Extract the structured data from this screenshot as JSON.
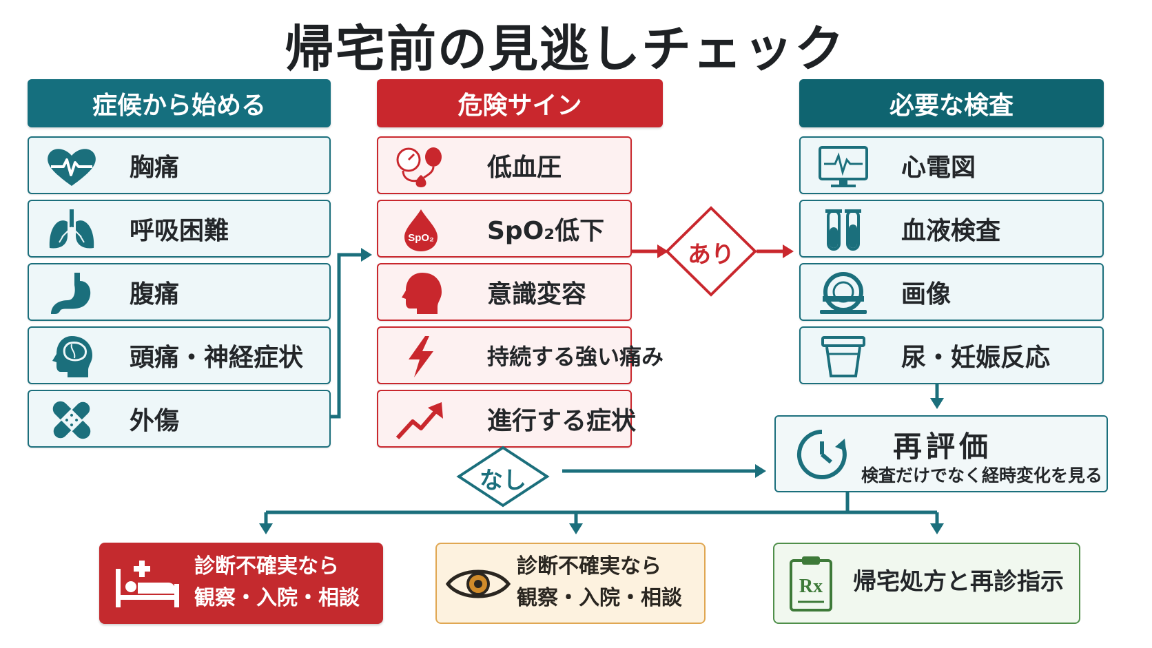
{
  "title": "帰宅前の見逃しチェック",
  "colors": {
    "teal": "#156f7e",
    "red": "#c9272d",
    "orange_border": "#e0a752",
    "green_border": "#4f8f4a"
  },
  "columns": {
    "symptoms": {
      "header": "症候から始める",
      "items": [
        {
          "label": "胸痛",
          "icon": "heart-pulse-icon"
        },
        {
          "label": "呼吸困難",
          "icon": "lungs-icon"
        },
        {
          "label": "腹痛",
          "icon": "stomach-icon"
        },
        {
          "label": "頭痛・神経症状",
          "icon": "head-brain-icon"
        },
        {
          "label": "外傷",
          "icon": "bandage-icon"
        }
      ]
    },
    "danger": {
      "header": "危険サイン",
      "items": [
        {
          "label": "低血圧",
          "icon": "blood-pressure-icon"
        },
        {
          "label": "SpO₂低下",
          "icon": "blood-drop-spo2-icon",
          "icon_text": "SpO₂"
        },
        {
          "label": "意識変容",
          "icon": "head-silhouette-icon"
        },
        {
          "label": "持続する強い痛み",
          "icon": "lightning-icon"
        },
        {
          "label": "進行する症状",
          "icon": "trend-up-arrow-icon"
        }
      ]
    },
    "tests": {
      "header": "必要な検査",
      "items": [
        {
          "label": "心電図",
          "icon": "ecg-monitor-icon"
        },
        {
          "label": "血液検査",
          "icon": "test-tubes-icon"
        },
        {
          "label": "画像",
          "icon": "ct-scanner-icon"
        },
        {
          "label": "尿・妊娠反応",
          "icon": "specimen-cup-icon"
        }
      ]
    }
  },
  "decisions": {
    "yes": "あり",
    "no": "なし"
  },
  "reevaluate": {
    "title": "再評価",
    "subtitle": "検査だけでなく経時変化を見る",
    "icon": "clock-icon"
  },
  "outcomes": [
    {
      "line1": "診断不確実なら",
      "line2": "観察・入院・相談",
      "icon": "hospital-bed-icon"
    },
    {
      "line1": "診断不確実なら",
      "line2": "観察・入院・相談",
      "icon": "eye-icon"
    },
    {
      "line1": "帰宅処方と再診指示",
      "icon": "prescription-icon",
      "icon_text": "Rx"
    }
  ]
}
